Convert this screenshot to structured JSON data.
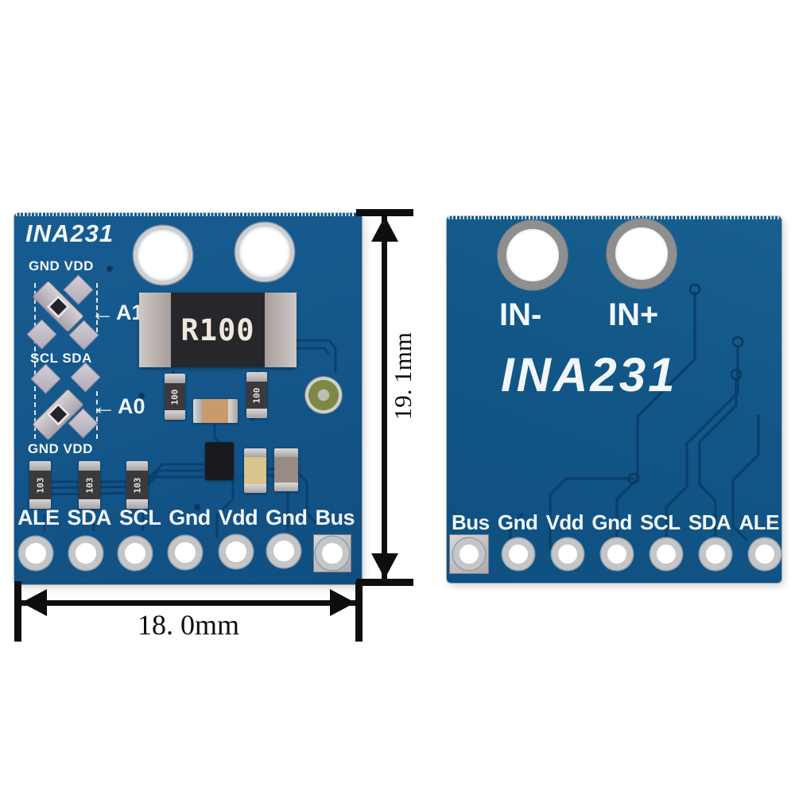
{
  "colors": {
    "bg": "#ffffff",
    "pcb_front": "#14578b",
    "pcb_front_dark": "#0d4776",
    "pcb_back": "#125787",
    "trace": "#0b406e",
    "silk": "#f2f6fa",
    "pad_silver": "#c9c5cb",
    "pad_edge": "#8e8a99",
    "hole_ring_front": "#cfcfcf",
    "hole_ring_back": "#8f8f8f",
    "shunt_body": "#27262a",
    "shunt_cap": "#b4aeae",
    "res_body": "#3a3a3c",
    "res_cap": "#c2bec0",
    "cap_tan": "#c99a6a",
    "cap_yellow": "#d9c48e",
    "cap_gray": "#9a8a84",
    "via_gold": "#82894a",
    "dim": "#0e0e0e"
  },
  "front": {
    "title": "INA231",
    "gnd_vdd": "GND VDD",
    "scl_sda": "SCL SDA",
    "arrow": "←",
    "a1": "A1",
    "a0": "A0",
    "shunt_marking": "R100",
    "res_mid_marking": "100",
    "res_bottom_marking": "103",
    "pins": [
      "ALE",
      "SDA",
      "SCL",
      "Gnd",
      "Vdd",
      "Gnd",
      "Bus"
    ]
  },
  "back": {
    "in_minus": "IN-",
    "in_plus": "IN+",
    "title": "INA231",
    "pins": [
      "Bus",
      "Gnd",
      "Vdd",
      "Gnd",
      "SCL",
      "SDA",
      "ALE"
    ]
  },
  "dims": {
    "height": "19. 1mm",
    "width": "18. 0mm"
  }
}
